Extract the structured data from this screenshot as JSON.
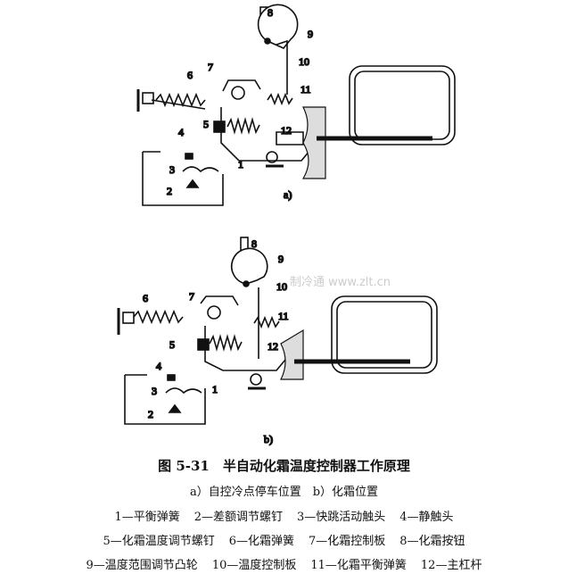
{
  "figure": {
    "title": "图 5-31　半自动化霜温度控制器工作原理",
    "subtitle": "a）自控冷点停车位置　b）化霜位置",
    "panel_labels": [
      "a)",
      "b)"
    ],
    "part_numbers": [
      "1",
      "2",
      "3",
      "4",
      "5",
      "6",
      "7",
      "8",
      "9",
      "10",
      "11",
      "12"
    ],
    "legend": [
      [
        "1—平衡弹簧",
        "2—差额调节螺钉",
        "3—快跳活动触头",
        "4—静触头"
      ],
      [
        "5—化霜温度调节螺钉",
        "6—化霜弹簧",
        "7—化霜控制板",
        "8—化霜按钮"
      ],
      [
        "9—温度范围调节凸轮",
        "10—温度控制板",
        "11—化霜平衡弹簧",
        "12—主杠杆"
      ]
    ],
    "watermark": "制冷通 www.zlt.cn"
  }
}
